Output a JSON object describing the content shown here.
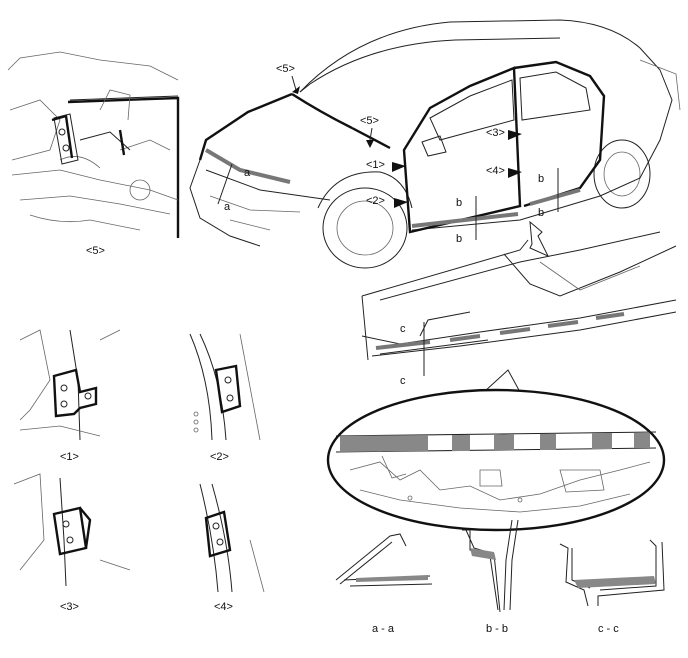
{
  "labels": {
    "view5": "<5>",
    "view1": "<1>",
    "view2": "<2>",
    "view3": "<3>",
    "view4": "<4>",
    "call5a": "<5>",
    "call5b": "<5>",
    "call1": "<1>",
    "call2": "<2>",
    "call3": "<3>",
    "call4": "<4>",
    "a": "a",
    "b": "b",
    "c": "c",
    "section_aa": "a - a",
    "section_bb": "b - b",
    "section_cc": "c - c"
  },
  "colors": {
    "line": "#222222",
    "heavy": "#111111",
    "seal_band": "#888888"
  }
}
